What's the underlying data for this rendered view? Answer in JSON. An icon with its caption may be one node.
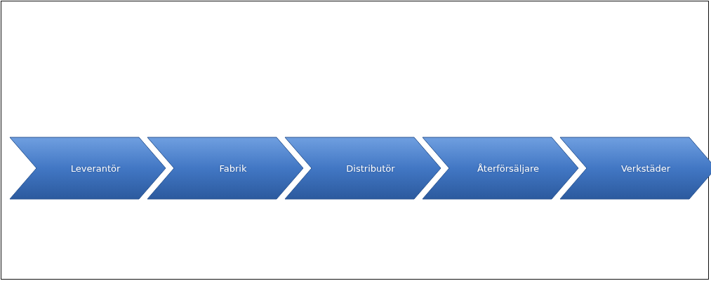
{
  "diagram": {
    "nodes": [
      {
        "text": [
          "Leverantör"
        ]
      },
      {
        "text": [
          "Fabrik"
        ]
      },
      {
        "text": [
          "Distributör"
        ]
      },
      {
        "text": [
          "Återförsäljare"
        ]
      },
      {
        "text": [
          "Verkstäder"
        ]
      }
    ]
  }
}
